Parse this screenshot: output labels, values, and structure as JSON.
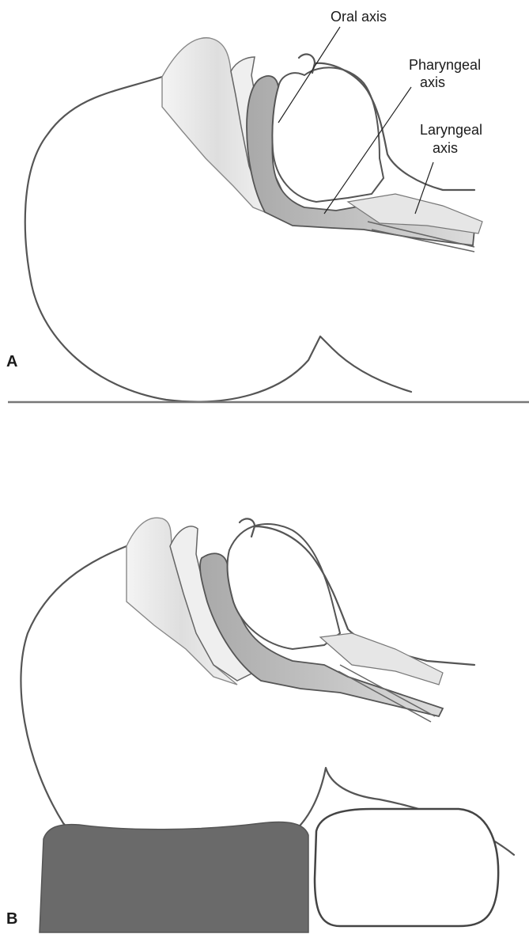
{
  "labels": {
    "oral_axis": "Oral axis",
    "pharyngeal_axis_1": "Pharyngeal",
    "pharyngeal_axis_2": "axis",
    "laryngeal_axis_1": "Laryngeal",
    "laryngeal_axis_2": "axis"
  },
  "panels": {
    "a": "A",
    "b": "B"
  },
  "colors": {
    "outline": "#555555",
    "airway_shade": "#b9b9b9",
    "bone_shade": "#e4e4e4",
    "pillow": "#6a6a6a",
    "divider": "#777777"
  }
}
